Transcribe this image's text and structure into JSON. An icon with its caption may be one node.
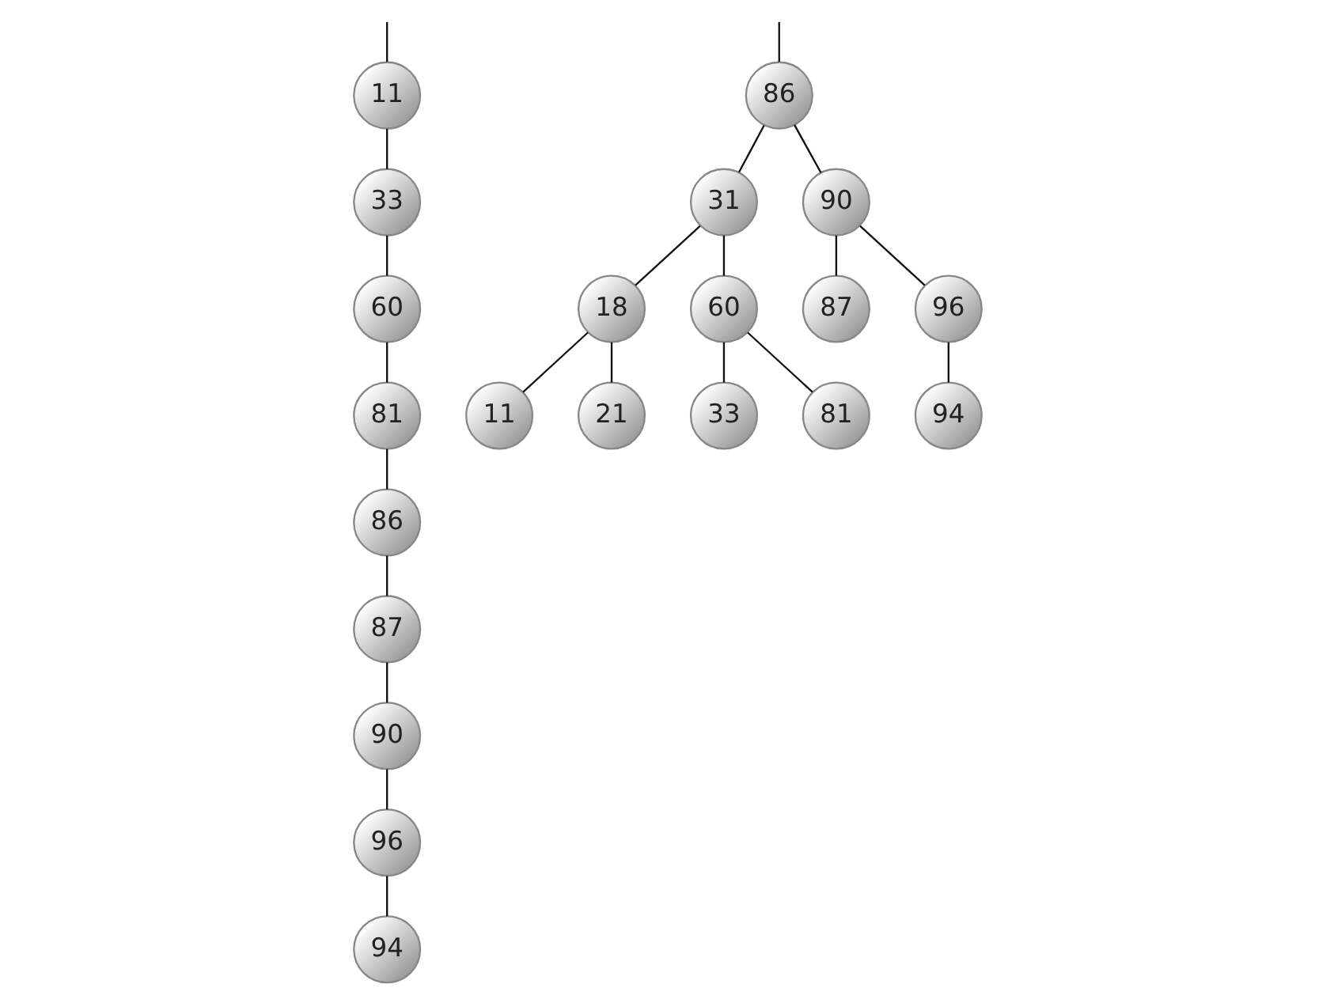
{
  "diagram": {
    "nodes": [
      {
        "text": [
          "11"
        ]
      },
      {
        "text": [
          "33"
        ]
      },
      {
        "text": [
          "60"
        ]
      },
      {
        "text": [
          "81"
        ]
      },
      {
        "text": [
          "86"
        ]
      },
      {
        "text": [
          "87"
        ]
      },
      {
        "text": [
          "90"
        ]
      },
      {
        "text": [
          "96"
        ]
      },
      {
        "text": [
          "94"
        ]
      },
      {
        "text": [
          "86"
        ]
      },
      {
        "text": [
          "31"
        ]
      },
      {
        "text": [
          "90"
        ]
      },
      {
        "text": [
          "18"
        ]
      },
      {
        "text": [
          "60"
        ]
      },
      {
        "text": [
          "87"
        ]
      },
      {
        "text": [
          "96"
        ]
      },
      {
        "text": [
          "11"
        ]
      },
      {
        "text": [
          "21"
        ]
      },
      {
        "text": [
          "33"
        ]
      },
      {
        "text": [
          "81"
        ]
      },
      {
        "text": [
          "94"
        ]
      }
    ],
    "edges": [
      {
        "from": null,
        "to": 0,
        "arrow": "none"
      },
      {
        "from": 0,
        "to": 1,
        "arrow": "none"
      },
      {
        "from": 1,
        "to": 2,
        "arrow": "none"
      },
      {
        "from": 2,
        "to": 3,
        "arrow": "none"
      },
      {
        "from": 3,
        "to": 4,
        "arrow": "none"
      },
      {
        "from": 4,
        "to": 5,
        "arrow": "none"
      },
      {
        "from": 5,
        "to": 6,
        "arrow": "none"
      },
      {
        "from": 6,
        "to": 7,
        "arrow": "none"
      },
      {
        "from": 7,
        "to": 8,
        "arrow": "none"
      },
      {
        "from": null,
        "to": 9,
        "arrow": "none"
      },
      {
        "from": 9,
        "to": 10,
        "arrow": "none"
      },
      {
        "from": 9,
        "to": 11,
        "arrow": "none"
      },
      {
        "from": 10,
        "to": 12,
        "arrow": "none"
      },
      {
        "from": 10,
        "to": 13,
        "arrow": "none"
      },
      {
        "from": 11,
        "to": 14,
        "arrow": "none"
      },
      {
        "from": 11,
        "to": 15,
        "arrow": "none"
      },
      {
        "from": 12,
        "to": 16,
        "arrow": "none"
      },
      {
        "from": 12,
        "to": 17,
        "arrow": "none"
      },
      {
        "from": 13,
        "to": 18,
        "arrow": "none"
      },
      {
        "from": 13,
        "to": 19,
        "arrow": "none"
      },
      {
        "from": 15,
        "to": 20,
        "arrow": "none"
      }
    ]
  }
}
